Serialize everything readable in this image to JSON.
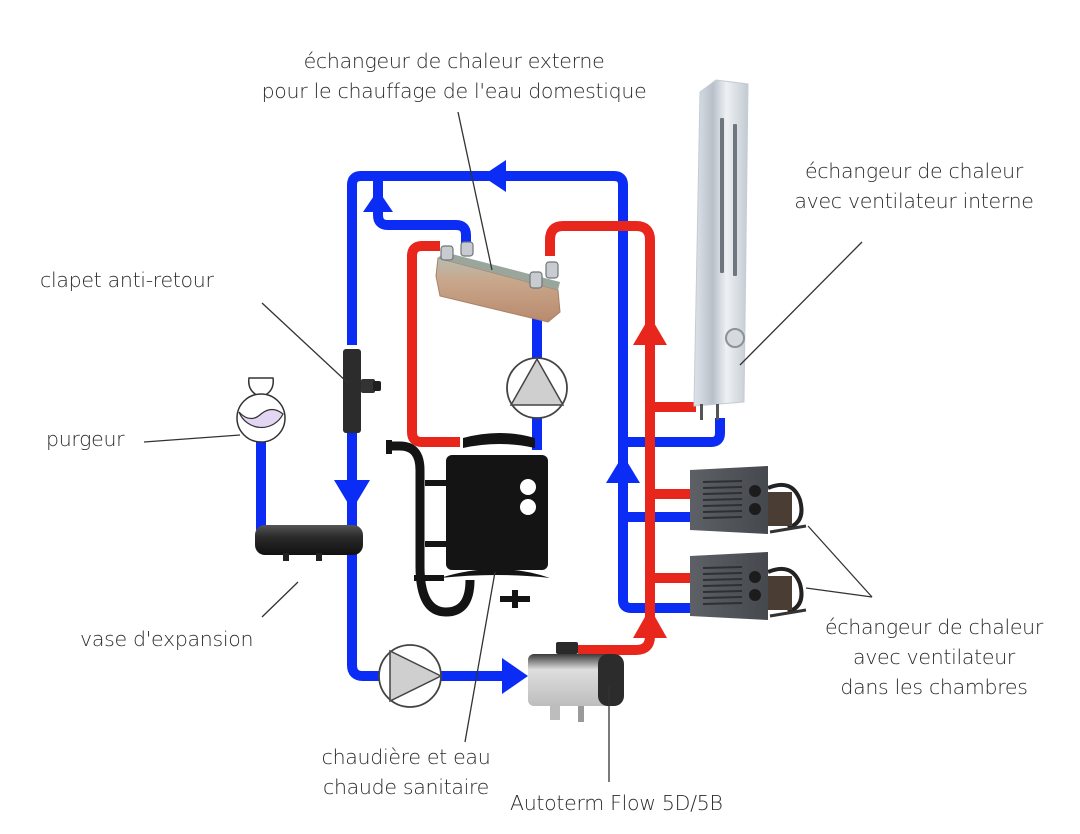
{
  "title": "Schéma de chauffage Autoterm Flow 5D/5B",
  "colors": {
    "cold_pipe": "#0a2cf5",
    "hot_pipe": "#e8261c",
    "purgeur_fill": "#e2d6f2",
    "pump_fill": "#cfcfcf",
    "boiler": "#141414",
    "exchanger_copper": "#c9a083",
    "radiator_metal": "#c8cfd8",
    "fan_heater": "#55595e",
    "label_text": "#2b2b2b"
  },
  "labels": {
    "plate_exchanger": [
      "échangeur de chaleur externe",
      "pour le chauffage de l'eau domestique"
    ],
    "tower_exchanger": [
      "échangeur de chaleur",
      "avec ventilateur interne"
    ],
    "check_valve": [
      "clapet anti-retour"
    ],
    "purgeur": [
      "purgeur"
    ],
    "expansion_vessel": [
      "vase d'expansion"
    ],
    "room_exchangers": [
      "échangeur de chaleur",
      "avec ventilateur",
      "dans les chambres"
    ],
    "boiler": [
      "chaudière et eau",
      "chaude sanitaire"
    ],
    "heater": [
      "Autoterm Flow 5D/5B"
    ]
  },
  "components": [
    {
      "id": "plate-heat-exchanger",
      "type": "plate heat exchanger"
    },
    {
      "id": "tower-heat-exchanger",
      "type": "heat exchanger with internal fan"
    },
    {
      "id": "check-valve",
      "type": "non-return valve"
    },
    {
      "id": "air-purger",
      "type": "air vent"
    },
    {
      "id": "expansion-vessel",
      "type": "expansion tank"
    },
    {
      "id": "room-fan-heater-1",
      "type": "fan heat exchanger"
    },
    {
      "id": "room-fan-heater-2",
      "type": "fan heat exchanger"
    },
    {
      "id": "boiler-tank",
      "type": "boiler / domestic hot water tank"
    },
    {
      "id": "autoterm-heater",
      "type": "Autoterm Flow 5D/5B"
    },
    {
      "id": "circulation-pump-upper",
      "type": "pump"
    },
    {
      "id": "circulation-pump-lower",
      "type": "pump"
    }
  ]
}
